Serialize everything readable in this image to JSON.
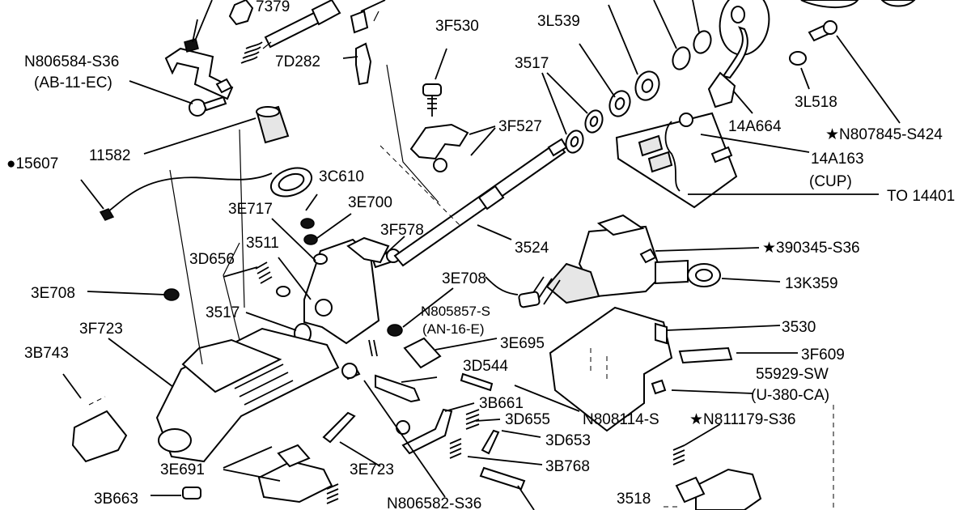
{
  "labels": {
    "l_7379": "7379",
    "l_7d282": "7D282",
    "l_n806584": "N806584-S36",
    "l_ab11ec": "(AB-11-EC)",
    "l_11582": "11582",
    "l_15607": "15607",
    "l_3f530": "3F530",
    "l_3l539": "3L539",
    "l_3517a": "3517",
    "l_3f527": "3F527",
    "l_3l518": "3L518",
    "l_14a664": "14A664",
    "l_n807845": "N807845-S424",
    "l_14a163": "14A163",
    "l_cup": "(CUP)",
    "l_to14401": "TO 14401",
    "l_3c610": "3C610",
    "l_3e700": "3E700",
    "l_3e717": "3E717",
    "l_3f578": "3F578",
    "l_3511": "3511",
    "l_3524": "3524",
    "l_390345": "390345-S36",
    "l_3d656": "3D656",
    "l_13k359": "13K359",
    "l_3e708a": "3E708",
    "l_3e708b": "3E708",
    "l_n805857": "N805857-S",
    "l_an16e": "(AN-16-E)",
    "l_3517b": "3517",
    "l_3530": "3530",
    "l_3f723": "3F723",
    "l_3e695": "3E695",
    "l_3f609": "3F609",
    "l_3b743": "3B743",
    "l_3d544": "3D544",
    "l_55929": "55929-SW",
    "l_u380ca": "(U-380-CA)",
    "l_3b661": "3B661",
    "l_n808114": "N808114-S",
    "l_3d655": "3D655",
    "l_n811179": "N811179-S36",
    "l_3d653": "3D653",
    "l_3e691": "3E691",
    "l_3e723": "3E723",
    "l_3b768": "3B768",
    "l_3b663": "3B663",
    "l_n806582": "N806582-S36",
    "l_3518": "3518"
  },
  "symbols": {
    "star": "★",
    "dot": "●"
  }
}
